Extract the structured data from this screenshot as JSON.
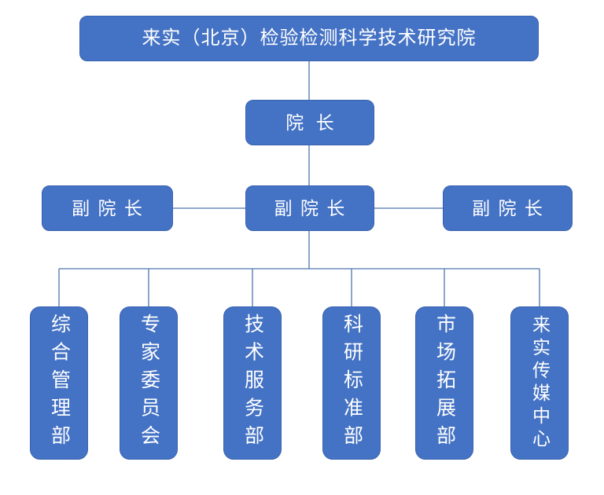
{
  "org_chart": {
    "type": "organization-chart",
    "root": {
      "label": "来实（北京）检验检测科学技术研究院"
    },
    "president": {
      "label": "院 长"
    },
    "vice_presidents": [
      {
        "label": "副 院 长"
      },
      {
        "label": "副 院 长"
      },
      {
        "label": "副 院 长"
      }
    ],
    "departments": [
      {
        "label": "综合管理部"
      },
      {
        "label": "专家委员会"
      },
      {
        "label": "技术服务部"
      },
      {
        "label": "科研标准部"
      },
      {
        "label": "市场拓展部"
      },
      {
        "label": "来实传媒中心"
      }
    ],
    "colors": {
      "box_fill": "#4472C4",
      "box_border": "#3A62AE",
      "connector": "#4F76AD",
      "text": "#FFFFFF",
      "background": "#FFFFFF"
    }
  }
}
